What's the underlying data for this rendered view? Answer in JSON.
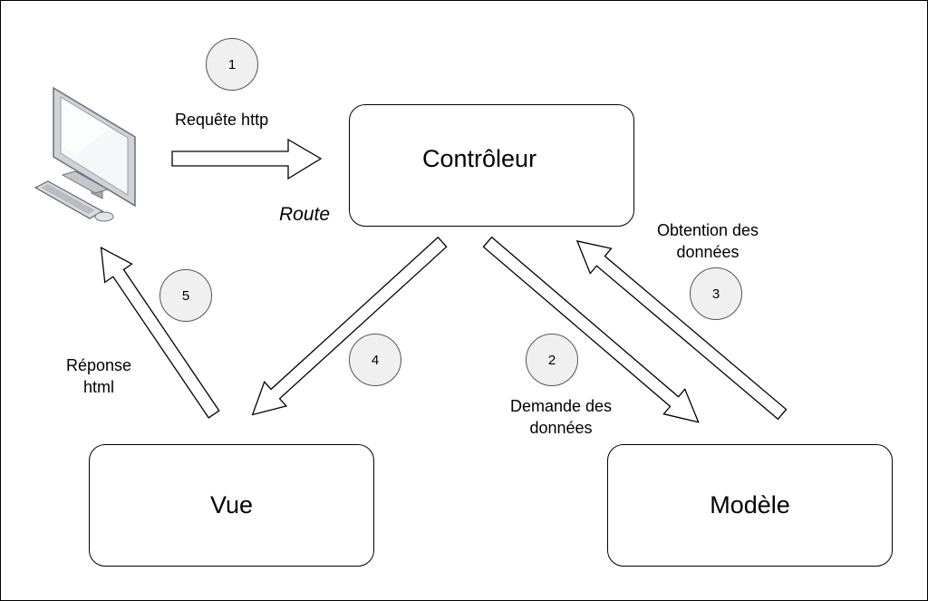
{
  "boxes": {
    "controller": "Contrôleur",
    "view": "Vue",
    "model": "Modèle"
  },
  "steps": [
    "1",
    "2",
    "3",
    "4",
    "5"
  ],
  "labels": {
    "http_request": "Requête http",
    "route": "Route",
    "data_request": [
      "Demande des",
      "données"
    ],
    "data_obtain": [
      "Obtention des",
      "données"
    ],
    "html_response": [
      "Réponse",
      "html"
    ]
  },
  "icons": {
    "client": "desktop-computer-icon"
  }
}
